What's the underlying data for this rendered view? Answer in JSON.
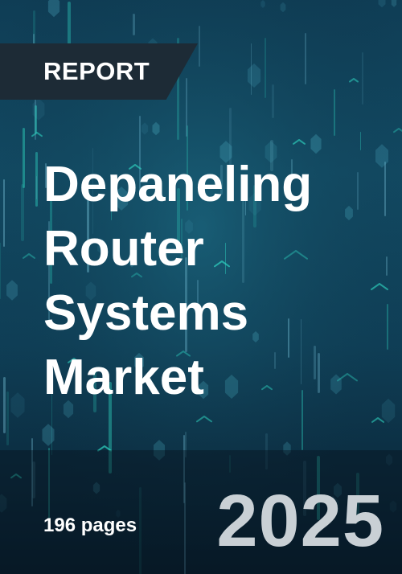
{
  "badge": {
    "label": "REPORT"
  },
  "title": {
    "lines": [
      "Depaneling",
      "Router",
      "Systems",
      "Market"
    ]
  },
  "meta": {
    "pages": "196 pages",
    "year": "2025"
  },
  "colors": {
    "background_top": "#124a63",
    "background_bottom": "#081d2c",
    "badge": "#1d2b36",
    "accent": "#2fd6c2",
    "text": "#ffffff",
    "year": "#c9d0d5"
  },
  "icons": [
    "chevron-up-icon",
    "hexagon-icon"
  ]
}
